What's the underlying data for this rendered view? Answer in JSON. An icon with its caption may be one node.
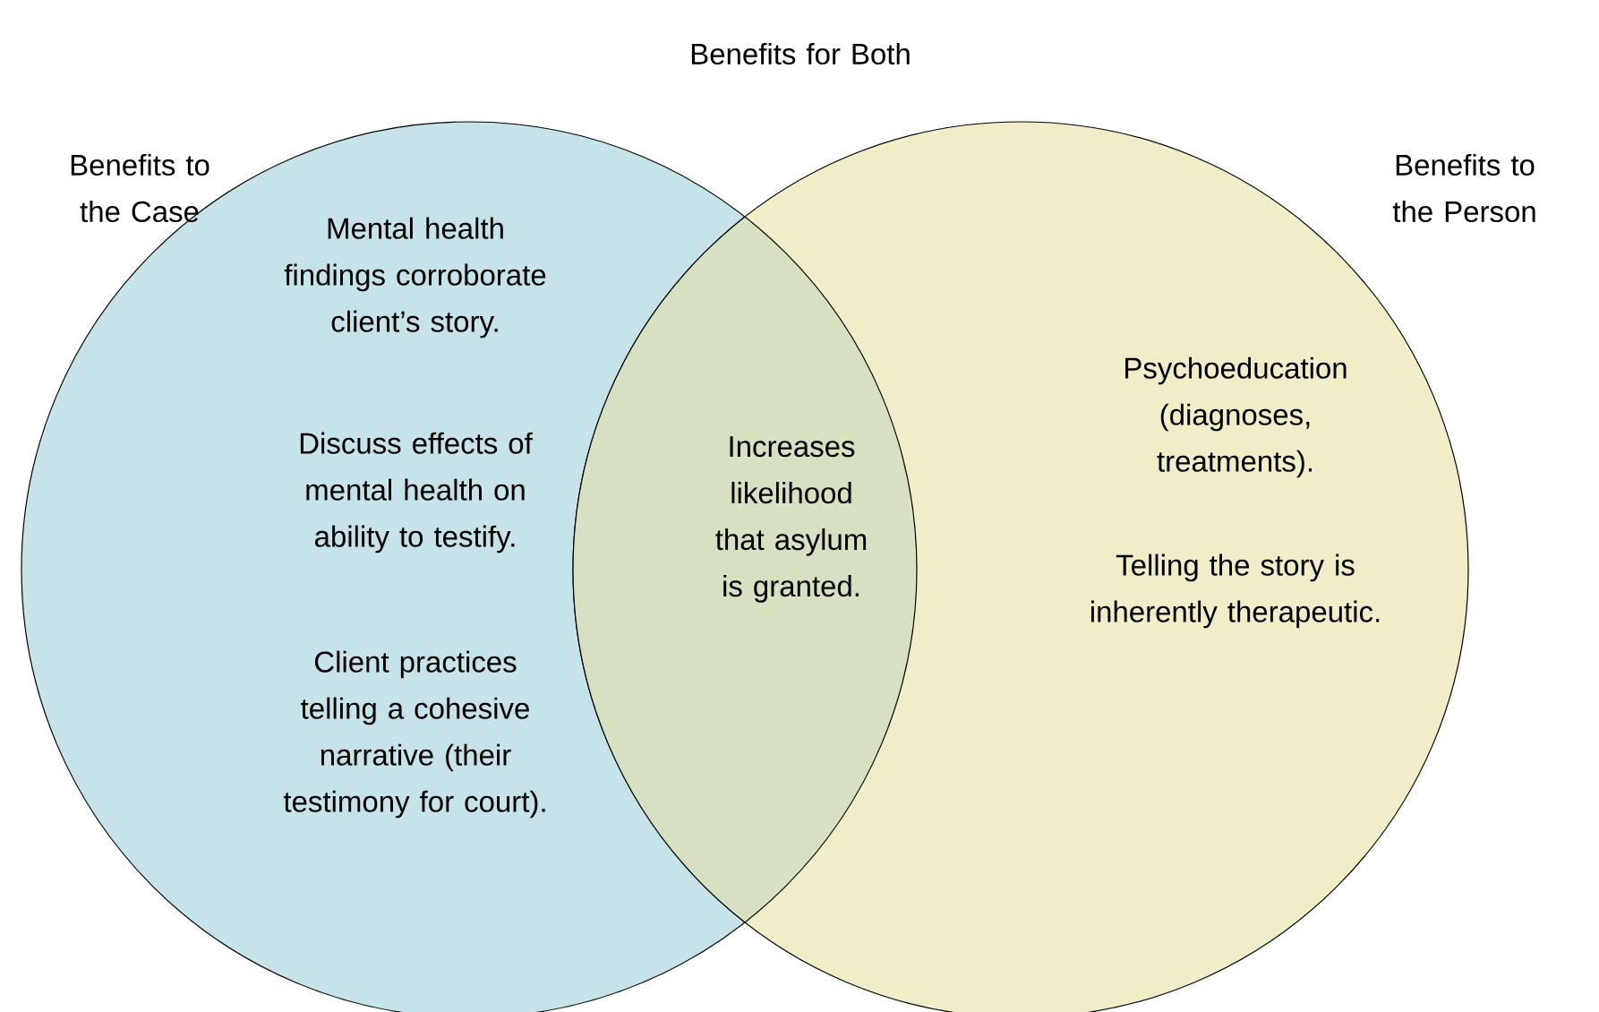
{
  "diagram": {
    "nodes": [
      {
        "text": [
          "Benefits to the Case",
          "Mental health findings corroborate client’s story.",
          "Discuss effects of mental health on ability to testify.",
          "Client practices telling a cohesive narrative (their testimony for court)."
        ]
      },
      {
        "text": [
          "Benefits to the Person",
          "Psychoeducation (diagnoses, treatments).",
          "Telling the story is inherently therapeutic."
        ]
      },
      {
        "text": [
          "Benefits for Both",
          "Increases likelihood that asylum is granted."
        ]
      }
    ]
  }
}
